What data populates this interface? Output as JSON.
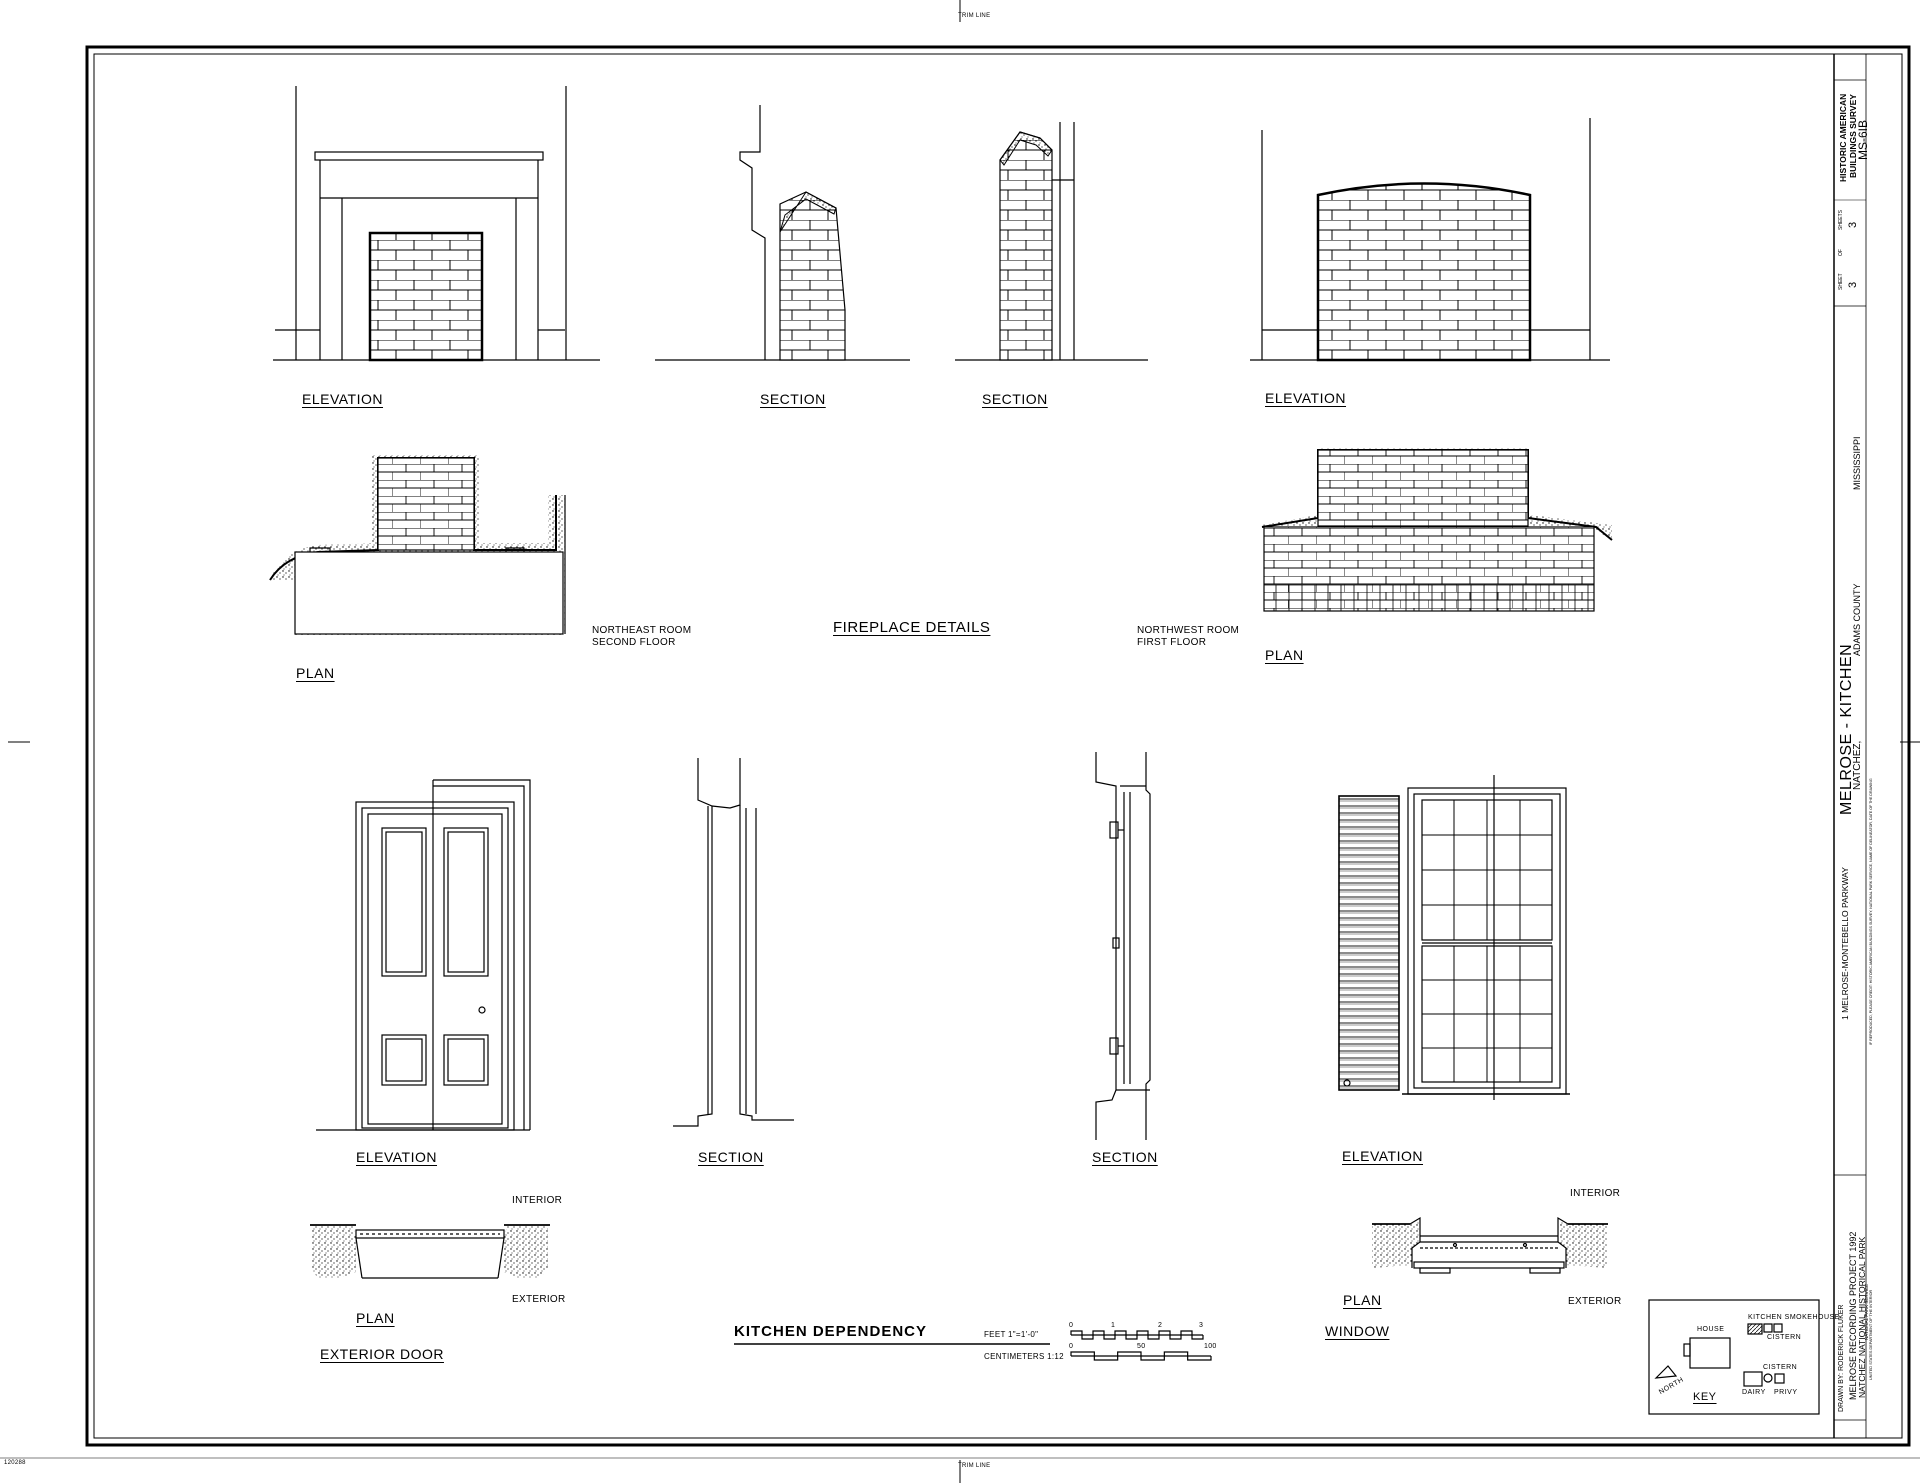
{
  "trim": {
    "top": "TRIM LINE",
    "bottom": "TRIM LINE",
    "sheet_code": "120288"
  },
  "fireplace": {
    "ne_elevation": "ELEVATION",
    "section_1": "SECTION",
    "section_2": "SECTION",
    "nw_elevation": "ELEVATION",
    "ne_plan": "PLAN",
    "nw_plan": "PLAN",
    "ne_room_line1": "NORTHEAST ROOM",
    "ne_room_line2": "SECOND FLOOR",
    "nw_room_line1": "NORTHWEST ROOM",
    "nw_room_line2": "FIRST FLOOR",
    "title": "FIREPLACE DETAILS"
  },
  "door": {
    "elevation": "ELEVATION",
    "section": "SECTION",
    "plan": "PLAN",
    "interior": "INTERIOR",
    "exterior": "EXTERIOR",
    "title": "EXTERIOR DOOR"
  },
  "window": {
    "section": "SECTION",
    "elevation": "ELEVATION",
    "plan": "PLAN",
    "interior": "INTERIOR",
    "exterior": "EXTERIOR",
    "title": "WINDOW"
  },
  "scale": {
    "title": "KITCHEN DEPENDENCY",
    "feet_label": "FEET  1\"=1'-0\"",
    "feet_ticks": [
      "0",
      "1",
      "2",
      "3"
    ],
    "cm_label": "CENTIMETERS  1:12",
    "cm_ticks": [
      "0",
      "50",
      "100"
    ]
  },
  "key": {
    "title": "KEY",
    "house": "HOUSE",
    "kitchen_smokehouse": "KITCHEN SMOKEHOUSE",
    "cistern_1": "CISTERN",
    "cistern_2": "CISTERN",
    "dairy": "DAIRY",
    "privy": "PRIVY",
    "north": "NORTH"
  },
  "title_block": {
    "agency_line1": "HISTORIC AMERICAN",
    "agency_line2": "BUILDINGS SURVEY",
    "survey_number": "MS-6IB",
    "sheet_label": "SHEET",
    "sheet_number": "3",
    "of_label": "OF",
    "sheets_label": "SHEETS",
    "sheets_total": "3",
    "name": "MELROSE - KITCHEN",
    "address": "1 MELROSE-MONTEBELLO PARKWAY",
    "city": "NATCHEZ,",
    "county": "ADAMS COUNTY",
    "state": "MISSISSIPPI",
    "credit": "IF REPRODUCED, PLEASE CREDIT: HISTORIC AMERICAN BUILDINGS SURVEY, NATIONAL PARK SERVICE, NAME OF DELINEATOR, DATE OF THE DRAWING",
    "project": "MELROSE RECORDING PROJECT 1992",
    "park": "NATCHEZ NATIONAL HISTORICAL PARK",
    "nps": "NATIONAL PARK SERVICE",
    "dept": "UNITED STATES DEPARTMENT OF THE INTERIOR",
    "drawn_by": "DRAWN BY: RODERICK FLUKER"
  }
}
